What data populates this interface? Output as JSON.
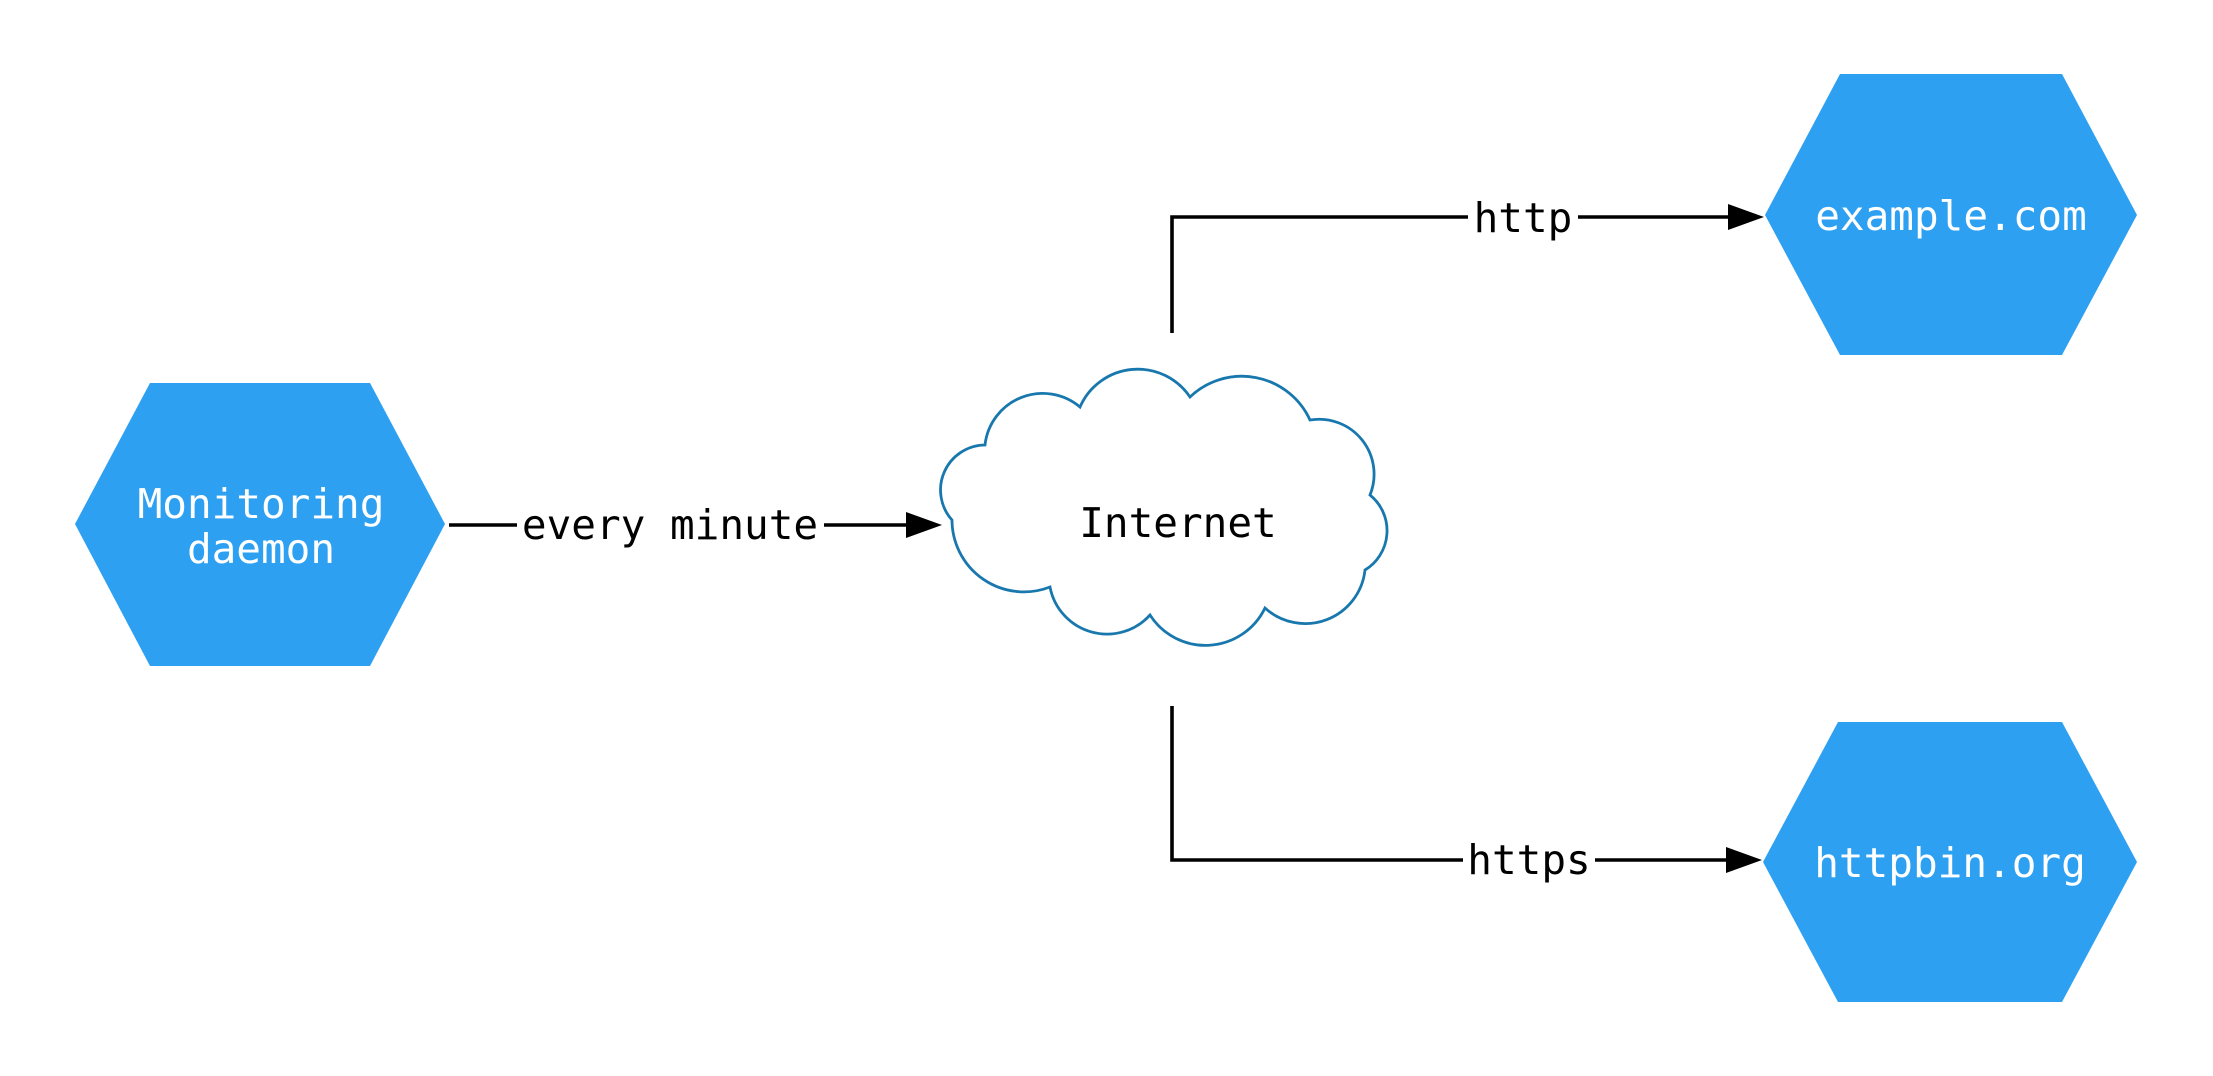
{
  "nodes": {
    "monitoring_daemon": {
      "line1": "Monitoring",
      "line2": "daemon"
    },
    "internet": {
      "label": "Internet"
    },
    "example_com": {
      "label": "example.com"
    },
    "httpbin_org": {
      "label": "httpbin.org"
    }
  },
  "edges": {
    "every_minute": {
      "label": "every minute"
    },
    "http": {
      "label": "http"
    },
    "https": {
      "label": "https"
    }
  },
  "colors": {
    "background": "#FFFFFF",
    "node_fill": "#2EA0F2",
    "node_text": "#FFFFFF",
    "cloud_fill": "#FFFFFF",
    "cloud_stroke": "#1878AE",
    "edge_stroke": "#000000",
    "edge_text": "#000000"
  }
}
